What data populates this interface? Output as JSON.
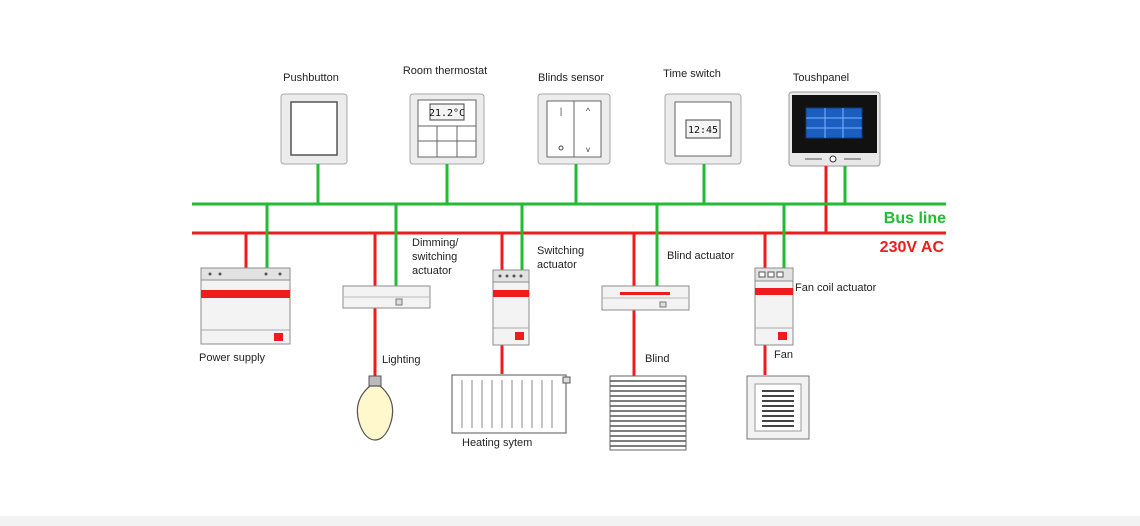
{
  "colors": {
    "bus": "#22bb33",
    "ac": "#ee1c1c",
    "device_frame": "#e6e6e6",
    "device_stroke": "#9a9a9a",
    "touch_screen": "#1a5fbf"
  },
  "lines": {
    "bus_label": "Bus line",
    "ac_label": "230V AC"
  },
  "sensors": {
    "pushbutton": "Pushbutton",
    "thermostat": "Room thermostat",
    "thermostat_display": "21.2°C",
    "blinds_sensor": "Blinds sensor",
    "time_switch": "Time switch",
    "time_display": "12:45",
    "touchpanel": "Toushpanel"
  },
  "actuators": {
    "power_supply": "Power supply",
    "dimming_line1": "Dimming/",
    "dimming_line2": "switching",
    "dimming_line3": "actuator",
    "switching_line1": "Switching",
    "switching_line2": "actuator",
    "blind_actuator": "Blind actuator",
    "fancoil_actuator": "Fan coil actuator"
  },
  "loads": {
    "lighting": "Lighting",
    "heating": "Heating sytem",
    "blind": "Blind",
    "fan": "Fan"
  }
}
